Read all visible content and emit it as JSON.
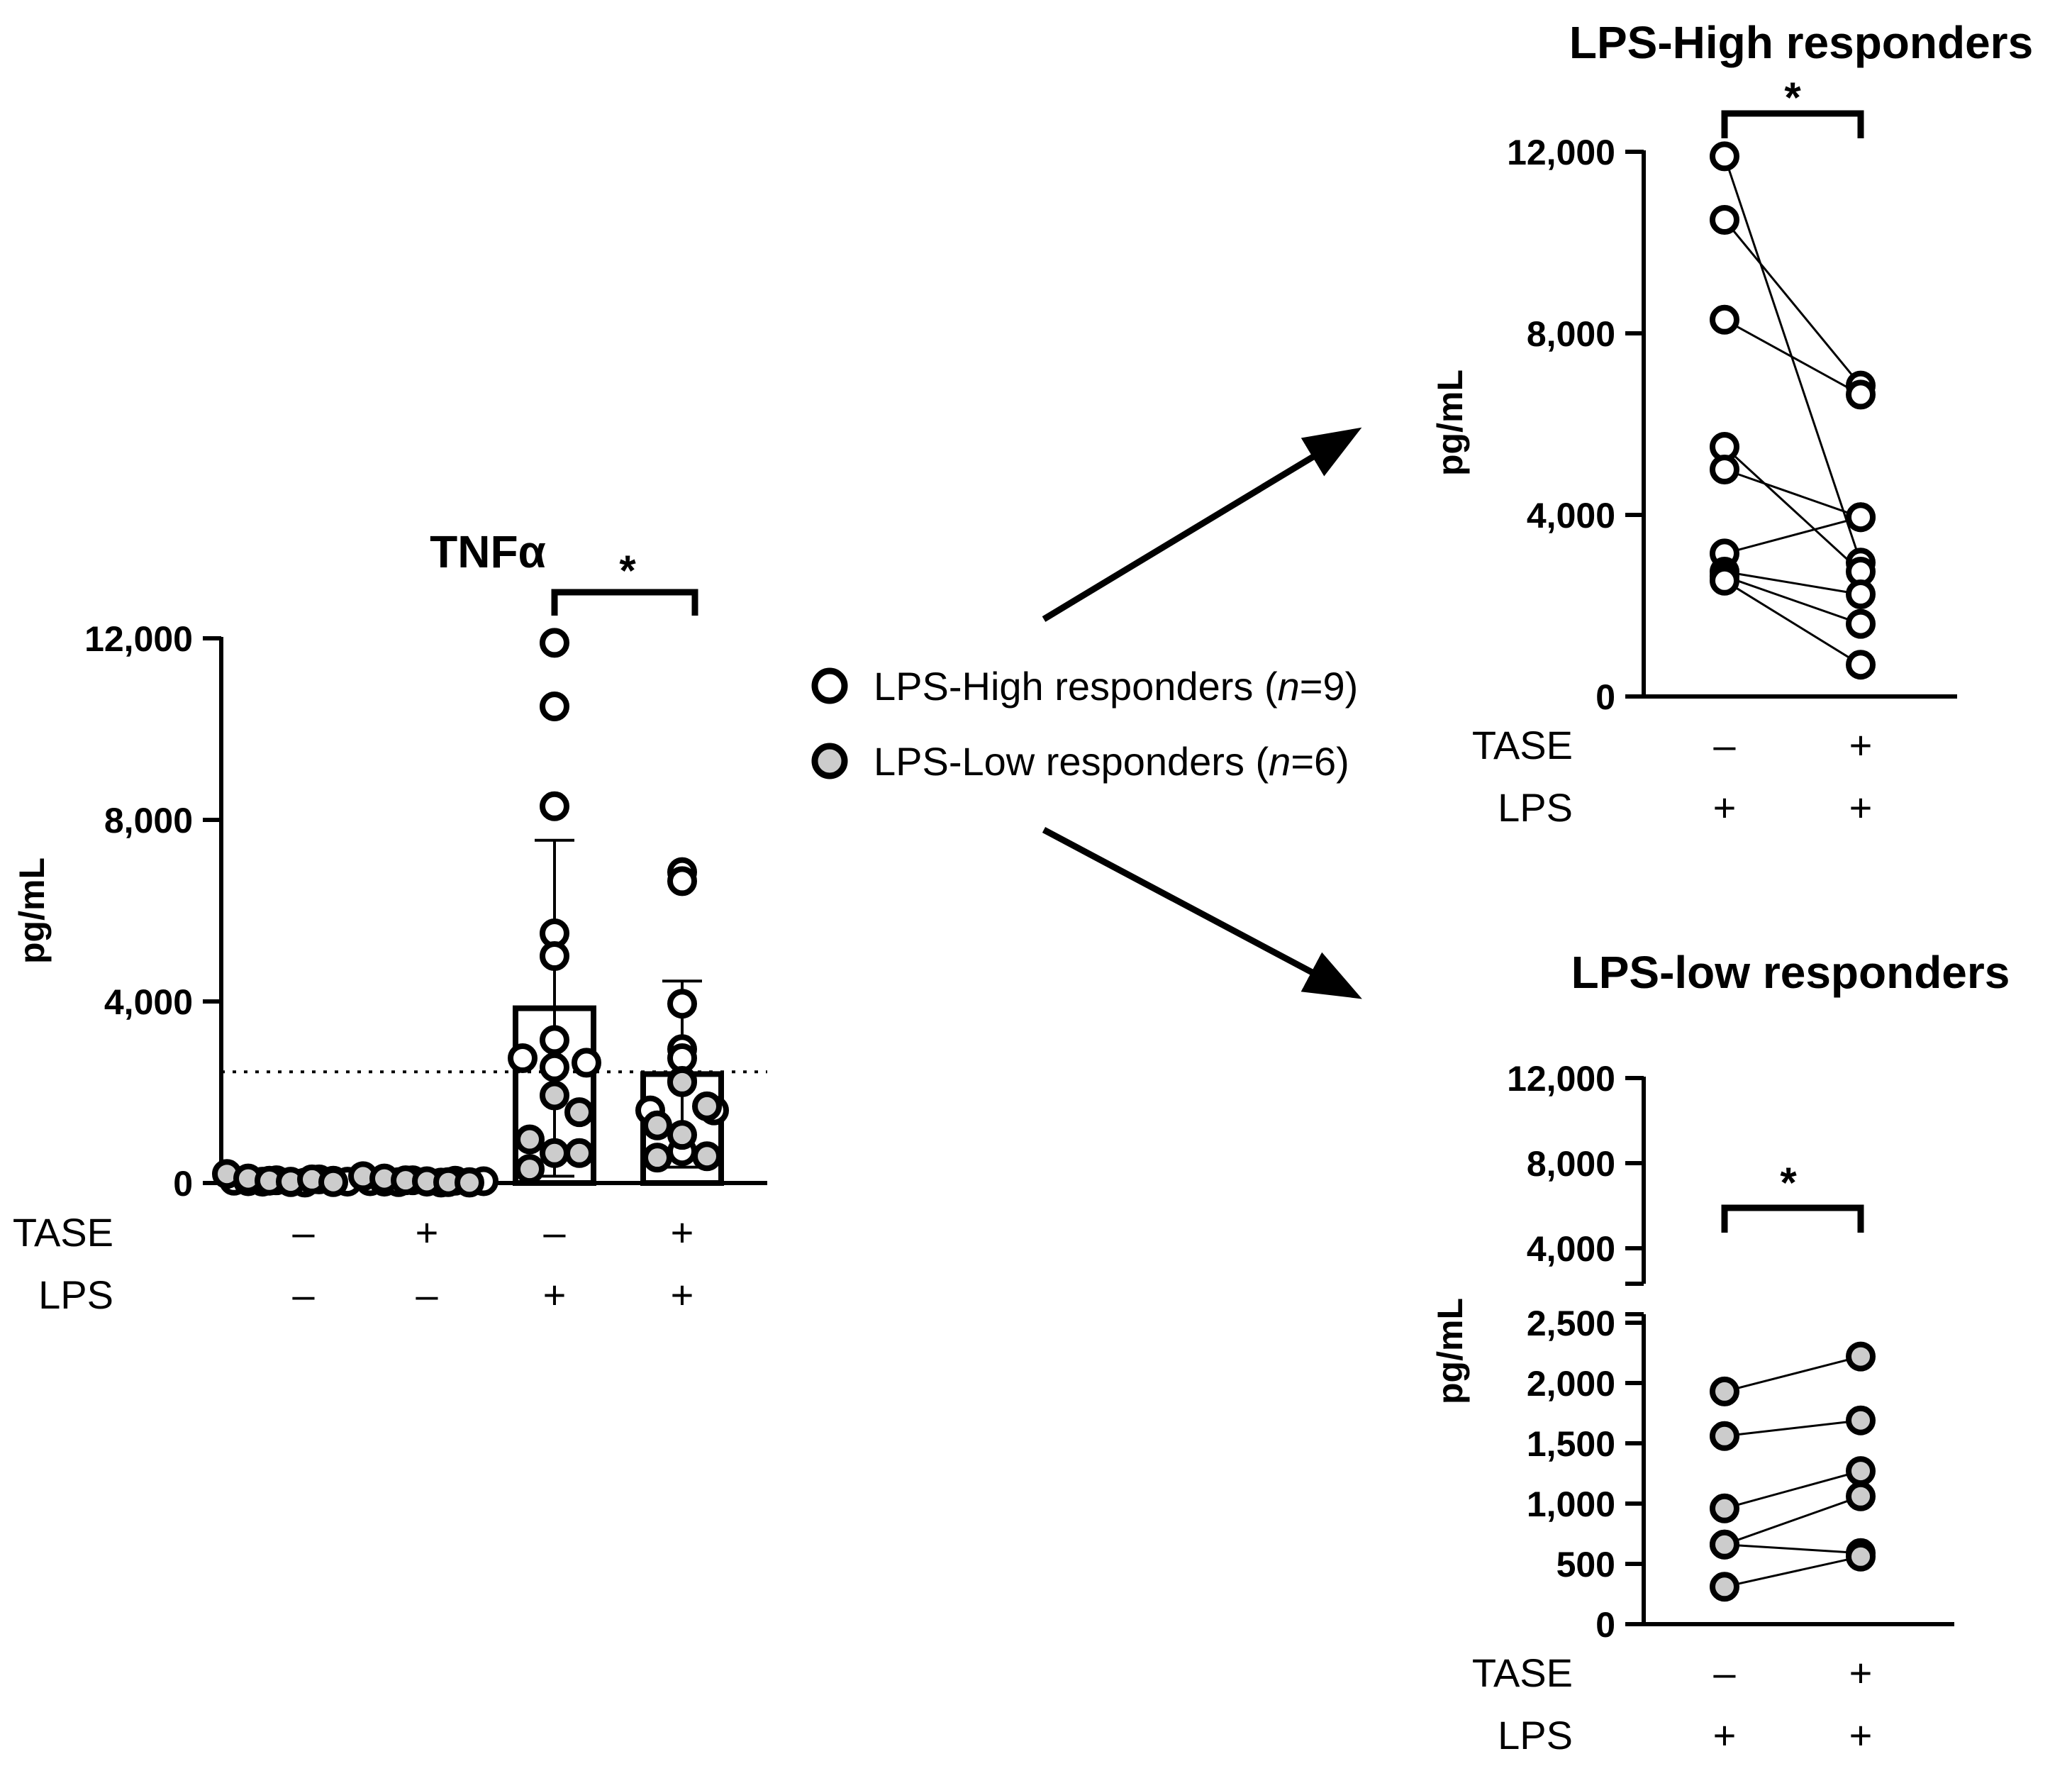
{
  "colors": {
    "high_marker_fill": "#ffffff",
    "low_marker_fill": "#cccccc",
    "stroke": "#000000"
  },
  "legend": {
    "high_label": "LPS-High responders (",
    "low_label": "LPS-Low responders (",
    "n_symbol": "n",
    "high_n": "=9)",
    "low_n": "=6)"
  },
  "chart_data": [
    {
      "type": "bar",
      "title": "TNFα",
      "ylabel": "pg/mL",
      "ylim": [
        0,
        12000
      ],
      "yticks": [
        0,
        4000,
        8000,
        12000
      ],
      "ytick_labels": [
        "0",
        "4,000",
        "8,000",
        "12,000"
      ],
      "row_labels": [
        "TASE",
        "LPS"
      ],
      "categories": [
        {
          "TASE": "–",
          "LPS": "–"
        },
        {
          "TASE": "+",
          "LPS": "–"
        },
        {
          "TASE": "–",
          "LPS": "+"
        },
        {
          "TASE": "+",
          "LPS": "+"
        }
      ],
      "bars": [
        {
          "mean": 0,
          "sd": 0
        },
        {
          "mean": 0,
          "sd": 0
        },
        {
          "mean": 3850,
          "sd": 3700
        },
        {
          "mean": 2400,
          "sd": 2050
        }
      ],
      "points": [
        {
          "high": [
            50,
            40,
            30,
            60,
            20,
            10,
            80,
            50,
            30
          ],
          "low": [
            200,
            100,
            50,
            30,
            80,
            20
          ]
        },
        {
          "high": [
            40,
            30,
            20,
            60,
            30,
            10,
            50,
            20,
            40
          ],
          "low": [
            150,
            100,
            60,
            40,
            20,
            10
          ]
        },
        {
          "high": [
            11900,
            10500,
            8300,
            5500,
            5000,
            3150,
            2750,
            2650,
            2550
          ],
          "low": [
            1930,
            1560,
            960,
            660,
            660,
            310
          ]
        },
        {
          "high": [
            6850,
            6650,
            3950,
            2950,
            2750,
            2250,
            1600,
            1600,
            700
          ],
          "low": [
            2220,
            1690,
            1270,
            1060,
            590,
            560
          ]
        }
      ],
      "threshold": 2450,
      "significance": {
        "between": [
          3,
          4
        ],
        "label": "*"
      }
    },
    {
      "type": "line",
      "title": "LPS-High responders",
      "ylabel": "pg/mL",
      "ylim": [
        0,
        12000
      ],
      "yticks": [
        0,
        4000,
        8000,
        12000
      ],
      "ytick_labels": [
        "0",
        "4,000",
        "8,000",
        "12,000"
      ],
      "row_labels": [
        "TASE",
        "LPS"
      ],
      "categories": [
        {
          "TASE": "–",
          "LPS": "+"
        },
        {
          "TASE": "+",
          "LPS": "+"
        }
      ],
      "pairs": [
        [
          11900,
          2950
        ],
        [
          10500,
          6850
        ],
        [
          8300,
          6650
        ],
        [
          5500,
          2750
        ],
        [
          5000,
          3950
        ],
        [
          3150,
          3950
        ],
        [
          2750,
          2250
        ],
        [
          2650,
          1600
        ],
        [
          2550,
          700
        ]
      ],
      "significance": {
        "label": "*"
      }
    },
    {
      "type": "line",
      "title": "LPS-low responders",
      "ylabel": "pg/mL",
      "axis_break": true,
      "upper_yticks": [
        4000,
        8000,
        12000
      ],
      "upper_ytick_labels": [
        "4,000",
        "8,000",
        "12,000"
      ],
      "lower_ylim": [
        0,
        2500
      ],
      "lower_yticks": [
        0,
        500,
        1000,
        1500,
        2000,
        2500
      ],
      "lower_ytick_labels": [
        "0",
        "500",
        "1,000",
        "1,500",
        "2,000",
        "2,500"
      ],
      "row_labels": [
        "TASE",
        "LPS"
      ],
      "categories": [
        {
          "TASE": "–",
          "LPS": "+"
        },
        {
          "TASE": "+",
          "LPS": "+"
        }
      ],
      "pairs": [
        [
          1930,
          2220
        ],
        [
          1560,
          1690
        ],
        [
          960,
          1270
        ],
        [
          660,
          1060
        ],
        [
          660,
          590
        ],
        [
          310,
          560
        ]
      ],
      "significance": {
        "label": "*"
      }
    }
  ]
}
